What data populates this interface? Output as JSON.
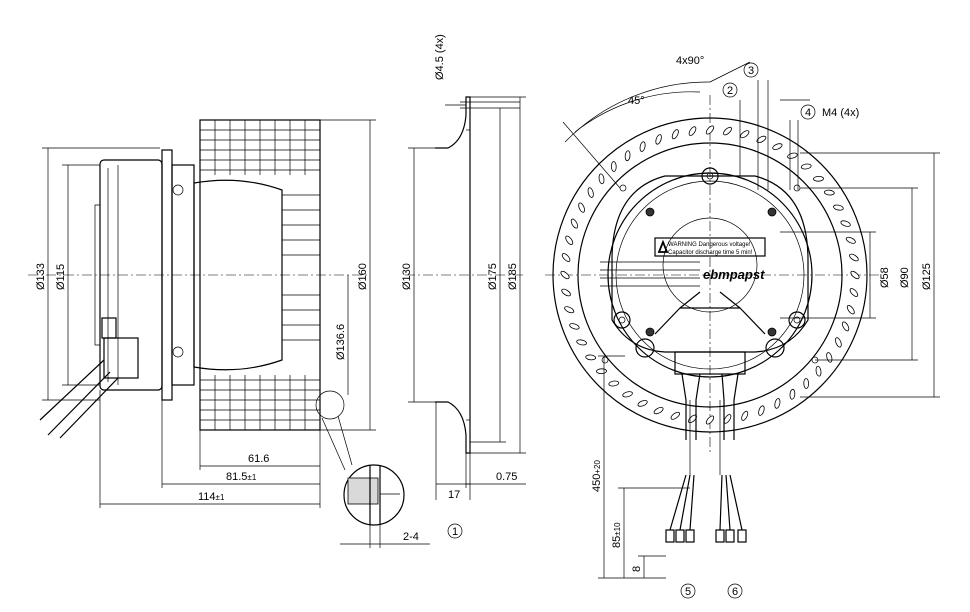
{
  "side_view": {
    "dimensions": {
      "d133": "Ø133",
      "d115": "Ø115",
      "d160": "Ø160",
      "d136_6": "Ø136.6",
      "l61_6": "61.6",
      "l81_5": "81.5",
      "l81_5_tol": "±1",
      "l114": "114",
      "l114_tol": "±1",
      "l2_4": "2-4"
    }
  },
  "flange_view": {
    "dimensions": {
      "d4_5": "Ø4.5 (4x)",
      "d130": "Ø130",
      "d175": "Ø175",
      "d185": "Ø185",
      "l17": "17",
      "l0_75": "0.75"
    }
  },
  "front_view": {
    "angles": {
      "a4x90": "4x90°",
      "a45": "45°"
    },
    "dimensions": {
      "m4": "M4 (4x)",
      "d58": "Ø58",
      "d90": "Ø90",
      "d125": "Ø125",
      "l450": "450",
      "l450_tol": "+20",
      "l85": "85",
      "l85_tol": "±10",
      "l8": "8"
    },
    "warning_line1": "WARNING  Dangerous voltage!",
    "warning_line2": "Capacitor discharge time 5 min!",
    "brand": "ebmpapst"
  },
  "callouts": [
    "1",
    "2",
    "3",
    "4",
    "5",
    "6"
  ]
}
